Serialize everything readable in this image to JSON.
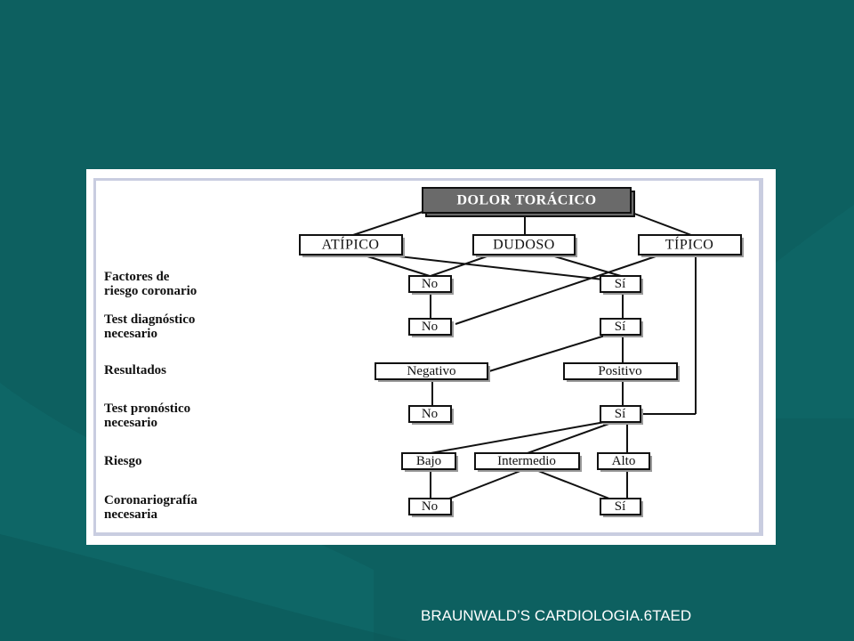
{
  "diagram": {
    "root": "DOLOR TORÁCICO",
    "level1": [
      "ATÍPICO",
      "DUDOSO",
      "TÍPICO"
    ],
    "risk_factors": [
      "No",
      "Sí"
    ],
    "diagnostic_test": [
      "No",
      "Sí"
    ],
    "results": [
      "Negativo",
      "Positivo"
    ],
    "prognostic_test": [
      "No",
      "Sí"
    ],
    "risk": [
      "Bajo",
      "Intermedio",
      "Alto"
    ],
    "angiography": [
      "No",
      "Sí"
    ]
  },
  "row_labels": [
    "Factores de\nriesgo coronario",
    "Test diagnóstico\nnecesario",
    "Resultados",
    "Test pronóstico\nnecesario",
    "Riesgo",
    "Coronariografía\nnecesaria"
  ],
  "source": "BRAUNWALD’S CARDIOLOGIA.6TAED"
}
